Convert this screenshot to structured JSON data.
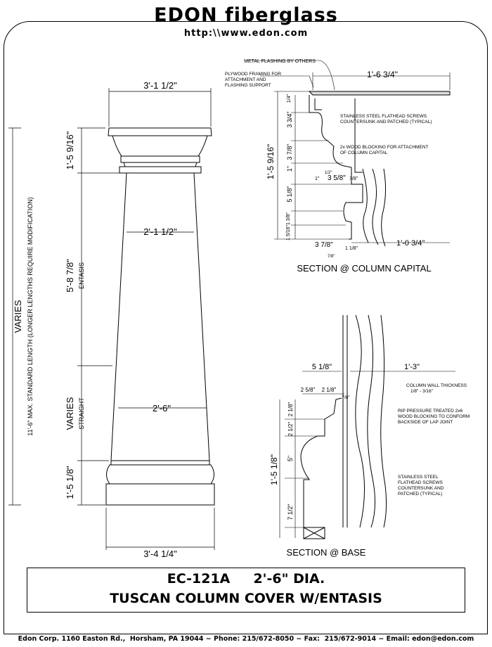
{
  "header": {
    "brand": "EDON fiberglass",
    "url": "http:\\\\www.edon.com"
  },
  "column": {
    "top_width": "3'-1 1/2\"",
    "neck_width": "2'-1 1/2\"",
    "shaft_width": "2'-6\"",
    "base_width": "3'-4 1/4\"",
    "capital_height": "1'-5 9/16\"",
    "entasis_height": "5'-8 7/8\"",
    "entasis_label": "ENTASIS",
    "straight_height": "VARIES",
    "straight_label": "STRAIGHT",
    "base_height": "1'-5 1/8\"",
    "overall_height": "VARIES",
    "overall_note": "11'-6\" MAX. STANDARD LENGTH (LONGER LENGTHS REQUIRE MODIFICATION)"
  },
  "capital_section": {
    "title": "SECTION @ COLUMN CAPITAL",
    "note_flashing": "METAL FLASHING BY OTHERS",
    "note_plywood": [
      "PLYWOOD FRAMING FOR",
      "ATTACHMENT AND",
      "FLASHING SUPPORT"
    ],
    "note_screws": [
      "STAINLESS STEEL FLATHEAD SCREWS",
      "COUNTERSUNK AND PATCHED (TYPICAL)"
    ],
    "note_blocking": [
      "2x WOOD BLOCKING FOR ATTACHMENT",
      "OF COLUMN CAPITAL"
    ],
    "width_top": "1'-6 3/4\"",
    "width_bottom": "1'-0 3/4\"",
    "height_total": "1'-5 9/16\"",
    "dims": [
      "1/4\"",
      "3 3/4\"",
      "3 7/8\"",
      "1\"",
      "5 1/8\"",
      "1 3/8\"",
      "1 5/16\"",
      "1\"",
      "3 5/8\"",
      "7/8\"",
      "3 7/8\"",
      "1 1/8\"",
      "1/2\"",
      "7/8\""
    ]
  },
  "base_section": {
    "title": "SECTION @ BASE",
    "width_top": "5 1/8\"",
    "width_right": "1'-3\"",
    "note_wall": [
      "COLUMN WALL THICKNESS",
      "1/8\" - 3/16\""
    ],
    "note_rip": [
      "RIP PRESSURE TREATED 2x6",
      "WOOD BLOCKING TO CONFORM",
      "BACKSIDE OF LAP JOINT"
    ],
    "note_screws": [
      "STAINLESS STEEL",
      "FLATHEAD SCREWS",
      "COUNTERSUNK AND",
      "PATCHED (TYPICAL)"
    ],
    "height_total": "1'-5 1/8\"",
    "dims": [
      "2 5/8\"",
      "2 1/8\"",
      "7/8\"",
      "2 1/2\"",
      "2 1/8\"",
      "5\"",
      "7 1/2\""
    ]
  },
  "title_block": {
    "line1": "EC-121A     2'-6\" DIA.",
    "line2": "TUSCAN COLUMN COVER W/ENTASIS"
  },
  "footer": "Edon Corp. 1160 Easton Rd.,  Horsham, PA 19044 ~ Phone: 215/672-8050 ~ Fax:  215/672-9014 ~ Email: edon@edon.com"
}
